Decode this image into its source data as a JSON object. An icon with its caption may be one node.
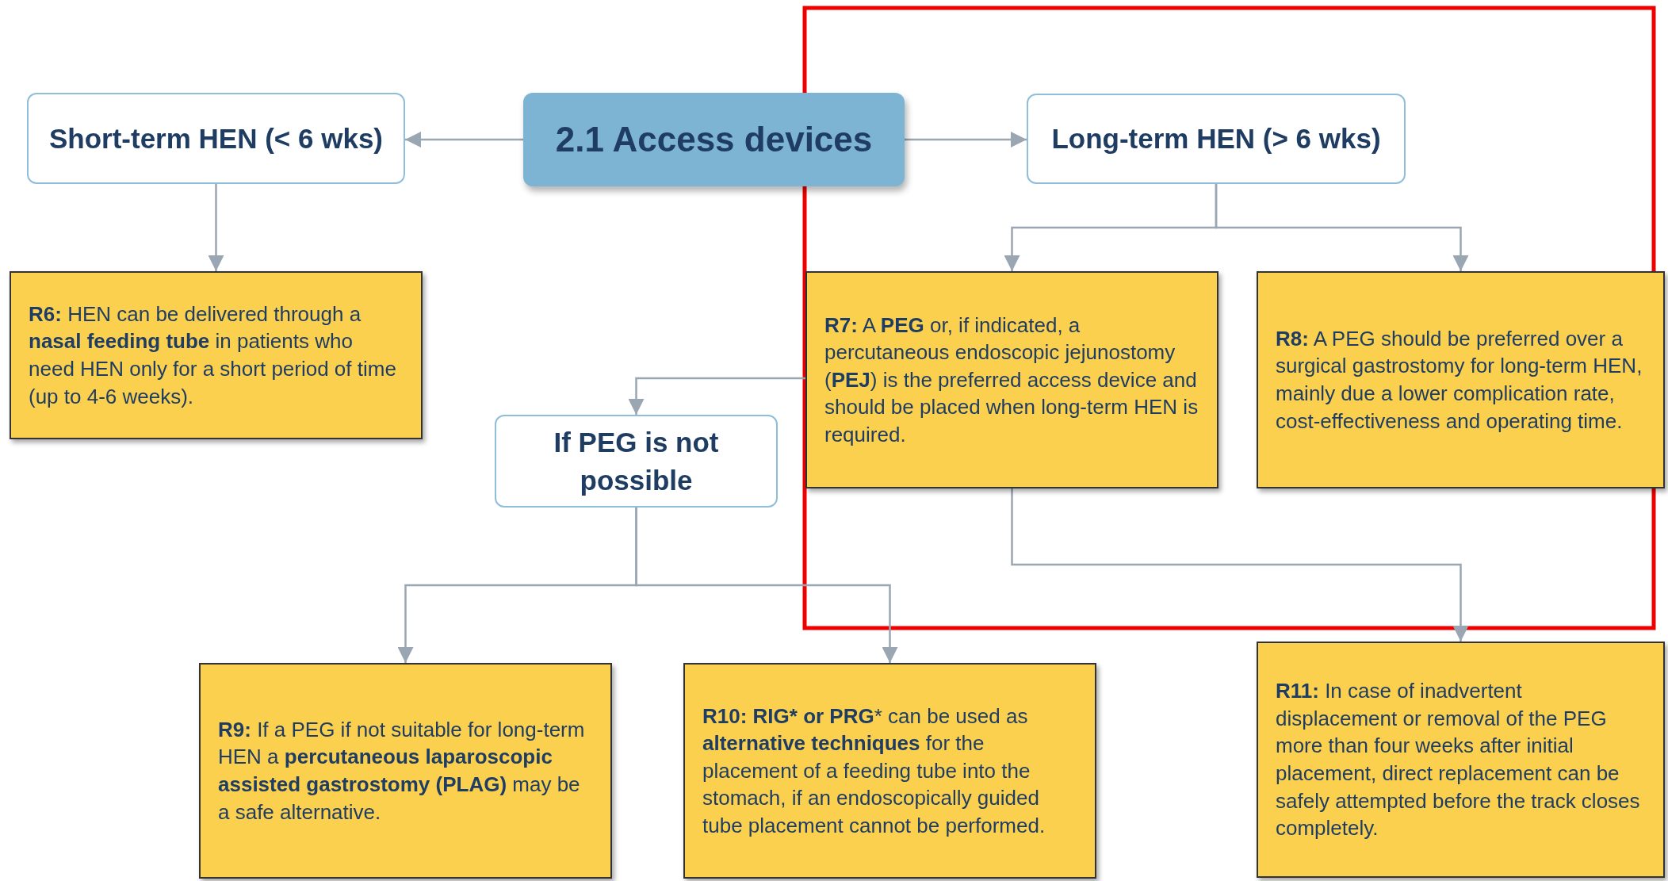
{
  "diagram": {
    "nodes": [
      {
        "text": [
          "2.1 Access devices"
        ]
      },
      {
        "text": [
          "Short-term HEN (< 6 wks)"
        ]
      },
      {
        "text": [
          "Long-term HEN (> 6 wks)"
        ]
      },
      {
        "text": [
          "**R6:** HEN can be delivered through a **nasal feeding tube** in patients who need HEN only for a short period of time (up to 4-6 weeks)."
        ]
      },
      {
        "text": [
          "**R7:** A **PEG** or, if indicated, a percutaneous endoscopic jejunostomy (**PEJ**) is the preferred access device and should be placed when long-term HEN is required."
        ]
      },
      {
        "text": [
          "**R8:** A PEG should be preferred over a surgical gastrostomy for long-term HEN, mainly due a lower complication rate, cost-effectiveness and operating time."
        ]
      },
      {
        "text": [
          "If PEG is not possible"
        ]
      },
      {
        "text": [
          "**R9:** If a PEG if not suitable for long-term HEN a **percutaneous laparoscopic assisted gastrostomy (PLAG)** may be a safe alternative."
        ]
      },
      {
        "text": [
          "**R10: RIG* or PRG*** can be used as **alternative techniques** for the placement of a feeding tube into the stomach, if an endoscopically guided tube placement cannot be performed."
        ]
      },
      {
        "text": [
          "**R11:** In case of inadvertent displacement or removal of the PEG more than four weeks after initial placement, direct replacement can be safely attempted before the track closes completely."
        ]
      }
    ],
    "edges": [
      {
        "from": 0,
        "to": 1,
        "arrow": "to"
      },
      {
        "from": 0,
        "to": 2,
        "arrow": "to"
      },
      {
        "from": 1,
        "to": 3,
        "arrow": "to"
      },
      {
        "from": 2,
        "to": 4,
        "arrow": "to"
      },
      {
        "from": 2,
        "to": 5,
        "arrow": "to"
      },
      {
        "from": 4,
        "to": 6,
        "arrow": "to"
      },
      {
        "from": 6,
        "to": 7,
        "arrow": "to"
      },
      {
        "from": 6,
        "to": 8,
        "arrow": "to"
      },
      {
        "from": 4,
        "to": 9,
        "arrow": "to"
      }
    ]
  }
}
